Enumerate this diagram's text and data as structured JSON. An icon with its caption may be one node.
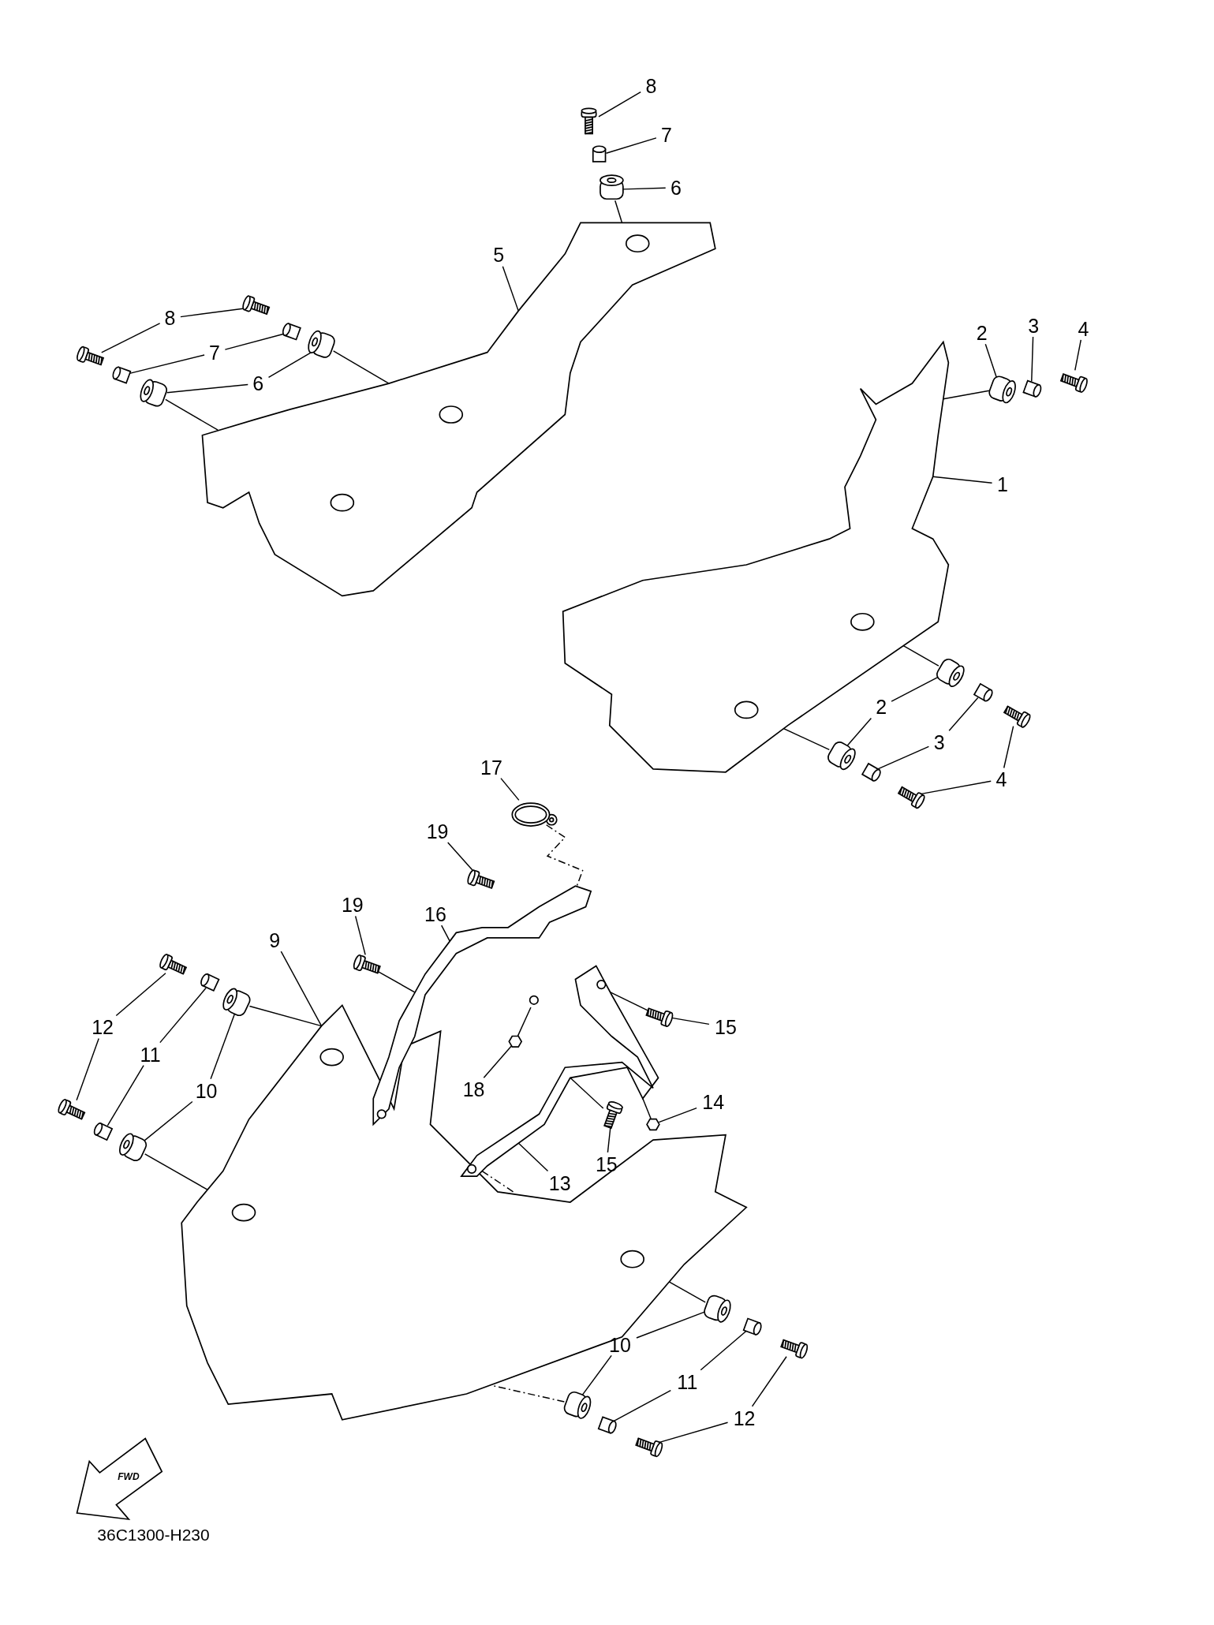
{
  "diagram": {
    "nodes": [
      {
        "text": [
          "8"
        ]
      },
      {
        "text": [],
        "shape": "picture"
      },
      {
        "text": [
          "7"
        ]
      },
      {
        "text": [],
        "shape": "cylinder"
      },
      {
        "text": [
          "6"
        ]
      },
      {
        "text": [],
        "shape": "cylinder"
      },
      {
        "text": [
          "5"
        ]
      },
      {
        "text": [],
        "shape": "picture"
      },
      {
        "text": [
          "8"
        ]
      },
      {
        "text": [],
        "shape": "picture"
      },
      {
        "text": [],
        "shape": "picture"
      },
      {
        "text": [
          "7"
        ]
      },
      {
        "text": [],
        "shape": "cylinder"
      },
      {
        "text": [],
        "shape": "cylinder"
      },
      {
        "text": [
          "6"
        ]
      },
      {
        "text": [],
        "shape": "cylinder"
      },
      {
        "text": [],
        "shape": "cylinder"
      },
      {
        "text": [
          "2"
        ]
      },
      {
        "text": [],
        "shape": "cylinder"
      },
      {
        "text": [
          "3"
        ]
      },
      {
        "text": [],
        "shape": "cylinder"
      },
      {
        "text": [
          "4"
        ]
      },
      {
        "text": [],
        "shape": "picture"
      },
      {
        "text": [
          "1"
        ]
      },
      {
        "text": [],
        "shape": "picture"
      },
      {
        "text": [
          "2"
        ]
      },
      {
        "text": [],
        "shape": "cylinder"
      },
      {
        "text": [],
        "shape": "cylinder"
      },
      {
        "text": [
          "3"
        ]
      },
      {
        "text": [],
        "shape": "cylinder"
      },
      {
        "text": [],
        "shape": "cylinder"
      },
      {
        "text": [
          "4"
        ]
      },
      {
        "text": [],
        "shape": "picture"
      },
      {
        "text": [],
        "shape": "picture"
      },
      {
        "text": [
          "17"
        ]
      },
      {
        "text": [],
        "shape": "picture"
      },
      {
        "text": [
          "19"
        ]
      },
      {
        "text": [],
        "shape": "picture"
      },
      {
        "text": [
          "16"
        ]
      },
      {
        "text": [],
        "shape": "picture"
      },
      {
        "text": [
          "19"
        ]
      },
      {
        "text": [],
        "shape": "picture"
      },
      {
        "text": [
          "9"
        ]
      },
      {
        "text": [],
        "shape": "picture"
      },
      {
        "text": [
          "12"
        ]
      },
      {
        "text": [],
        "shape": "picture"
      },
      {
        "text": [],
        "shape": "picture"
      },
      {
        "text": [
          "11"
        ]
      },
      {
        "text": [],
        "shape": "cylinder"
      },
      {
        "text": [],
        "shape": "cylinder"
      },
      {
        "text": [
          "10"
        ]
      },
      {
        "text": [],
        "shape": "cylinder"
      },
      {
        "text": [],
        "shape": "cylinder"
      },
      {
        "text": [
          "15"
        ]
      },
      {
        "text": [],
        "shape": "picture"
      },
      {
        "text": [],
        "shape": "picture"
      },
      {
        "text": [
          "18"
        ]
      },
      {
        "text": [],
        "shape": "hexagon"
      },
      {
        "text": [
          "14"
        ]
      },
      {
        "text": [],
        "shape": "hexagon"
      },
      {
        "text": [
          "13"
        ]
      },
      {
        "text": [
          "15"
        ]
      },
      {
        "text": [],
        "shape": "picture"
      },
      {
        "text": [
          "10"
        ]
      },
      {
        "text": [],
        "shape": "cylinder"
      },
      {
        "text": [],
        "shape": "cylinder"
      },
      {
        "text": [
          "11"
        ]
      },
      {
        "text": [],
        "shape": "cylinder"
      },
      {
        "text": [],
        "shape": "cylinder"
      },
      {
        "text": [
          "12"
        ]
      },
      {
        "text": [],
        "shape": "picture"
      },
      {
        "text": [],
        "shape": "picture"
      }
    ],
    "edges": [
      {
        "from": 0,
        "to": 1,
        "arrow": "none"
      },
      {
        "from": 2,
        "to": 3,
        "arrow": "none"
      },
      {
        "from": 4,
        "to": 5,
        "arrow": "none"
      },
      {
        "from": 6,
        "to": 7,
        "arrow": "none"
      },
      {
        "from": 8,
        "to": 9,
        "arrow": "none"
      },
      {
        "from": 8,
        "to": 10,
        "arrow": "none"
      },
      {
        "from": 11,
        "to": 12,
        "arrow": "none"
      },
      {
        "from": 11,
        "to": 13,
        "arrow": "none"
      },
      {
        "from": 14,
        "to": 15,
        "arrow": "none"
      },
      {
        "from": 14,
        "to": 16,
        "arrow": "none"
      },
      {
        "from": 17,
        "to": 18,
        "arrow": "none"
      },
      {
        "from": 19,
        "to": 20,
        "arrow": "none"
      },
      {
        "from": 21,
        "to": 22,
        "arrow": "none"
      },
      {
        "from": 23,
        "to": 24,
        "arrow": "none"
      },
      {
        "from": 25,
        "to": 26,
        "arrow": "none"
      },
      {
        "from": 25,
        "to": 27,
        "arrow": "none"
      },
      {
        "from": 28,
        "to": 29,
        "arrow": "none"
      },
      {
        "from": 28,
        "to": 30,
        "arrow": "none"
      },
      {
        "from": 31,
        "to": 32,
        "arrow": "none"
      },
      {
        "from": 31,
        "to": 33,
        "arrow": "none"
      },
      {
        "from": 34,
        "to": 35,
        "arrow": "none"
      },
      {
        "from": 36,
        "to": 37,
        "arrow": "none"
      },
      {
        "from": 38,
        "to": 39,
        "arrow": "none"
      },
      {
        "from": 40,
        "to": 41,
        "arrow": "none"
      },
      {
        "from": 42,
        "to": 43,
        "arrow": "none"
      },
      {
        "from": 44,
        "to": 45,
        "arrow": "none"
      },
      {
        "from": 44,
        "to": 46,
        "arrow": "none"
      },
      {
        "from": 47,
        "to": 48,
        "arrow": "none"
      },
      {
        "from": 47,
        "to": 49,
        "arrow": "none"
      },
      {
        "from": 50,
        "to": 51,
        "arrow": "none"
      },
      {
        "from": 50,
        "to": 52,
        "arrow": "none"
      },
      {
        "from": 53,
        "to": 54,
        "arrow": "none"
      },
      {
        "from": 56,
        "to": 57,
        "arrow": "none"
      },
      {
        "from": 58,
        "to": 59,
        "arrow": "none"
      },
      {
        "from": 60,
        "to": 55,
        "arrow": "none"
      },
      {
        "from": 61,
        "to": 62,
        "arrow": "none"
      },
      {
        "from": 63,
        "to": 64,
        "arrow": "none"
      },
      {
        "from": 63,
        "to": 65,
        "arrow": "none"
      },
      {
        "from": 66,
        "to": 67,
        "arrow": "none"
      },
      {
        "from": 66,
        "to": 68,
        "arrow": "none"
      },
      {
        "from": 69,
        "to": 70,
        "arrow": "none"
      },
      {
        "from": 69,
        "to": 71,
        "arrow": "none"
      },
      {
        "from": 5,
        "to": 7,
        "arrow": "none"
      },
      {
        "from": 15,
        "to": 7,
        "arrow": "none"
      },
      {
        "from": 16,
        "to": 7,
        "arrow": "none"
      },
      {
        "from": 18,
        "to": 24,
        "arrow": "none"
      },
      {
        "from": 26,
        "to": 24,
        "arrow": "none"
      },
      {
        "from": 27,
        "to": 24,
        "arrow": "none"
      },
      {
        "from": 35,
        "to": 39,
        "arrow": "none",
        "style": "dashed"
      },
      {
        "from": 41,
        "to": 39,
        "arrow": "none"
      },
      {
        "from": 51,
        "to": 43,
        "arrow": "none"
      },
      {
        "from": 52,
        "to": 43,
        "arrow": "none"
      },
      {
        "from": 54,
        "to": 55,
        "arrow": "none"
      },
      {
        "from": 57,
        "to": 39,
        "arrow": "none"
      },
      {
        "from": 62,
        "to": 55,
        "arrow": "none"
      },
      {
        "from": 59,
        "to": 55,
        "arrow": "none"
      },
      {
        "from": 55,
        "to": 43,
        "arrow": "none",
        "style": "dashed"
      },
      {
        "from": 64,
        "to": 43,
        "arrow": "none"
      },
      {
        "from": 65,
        "to": 43,
        "arrow": "none",
        "style": "dashed"
      }
    ],
    "labels": [
      "FWD",
      "36C1300-H230"
    ]
  }
}
